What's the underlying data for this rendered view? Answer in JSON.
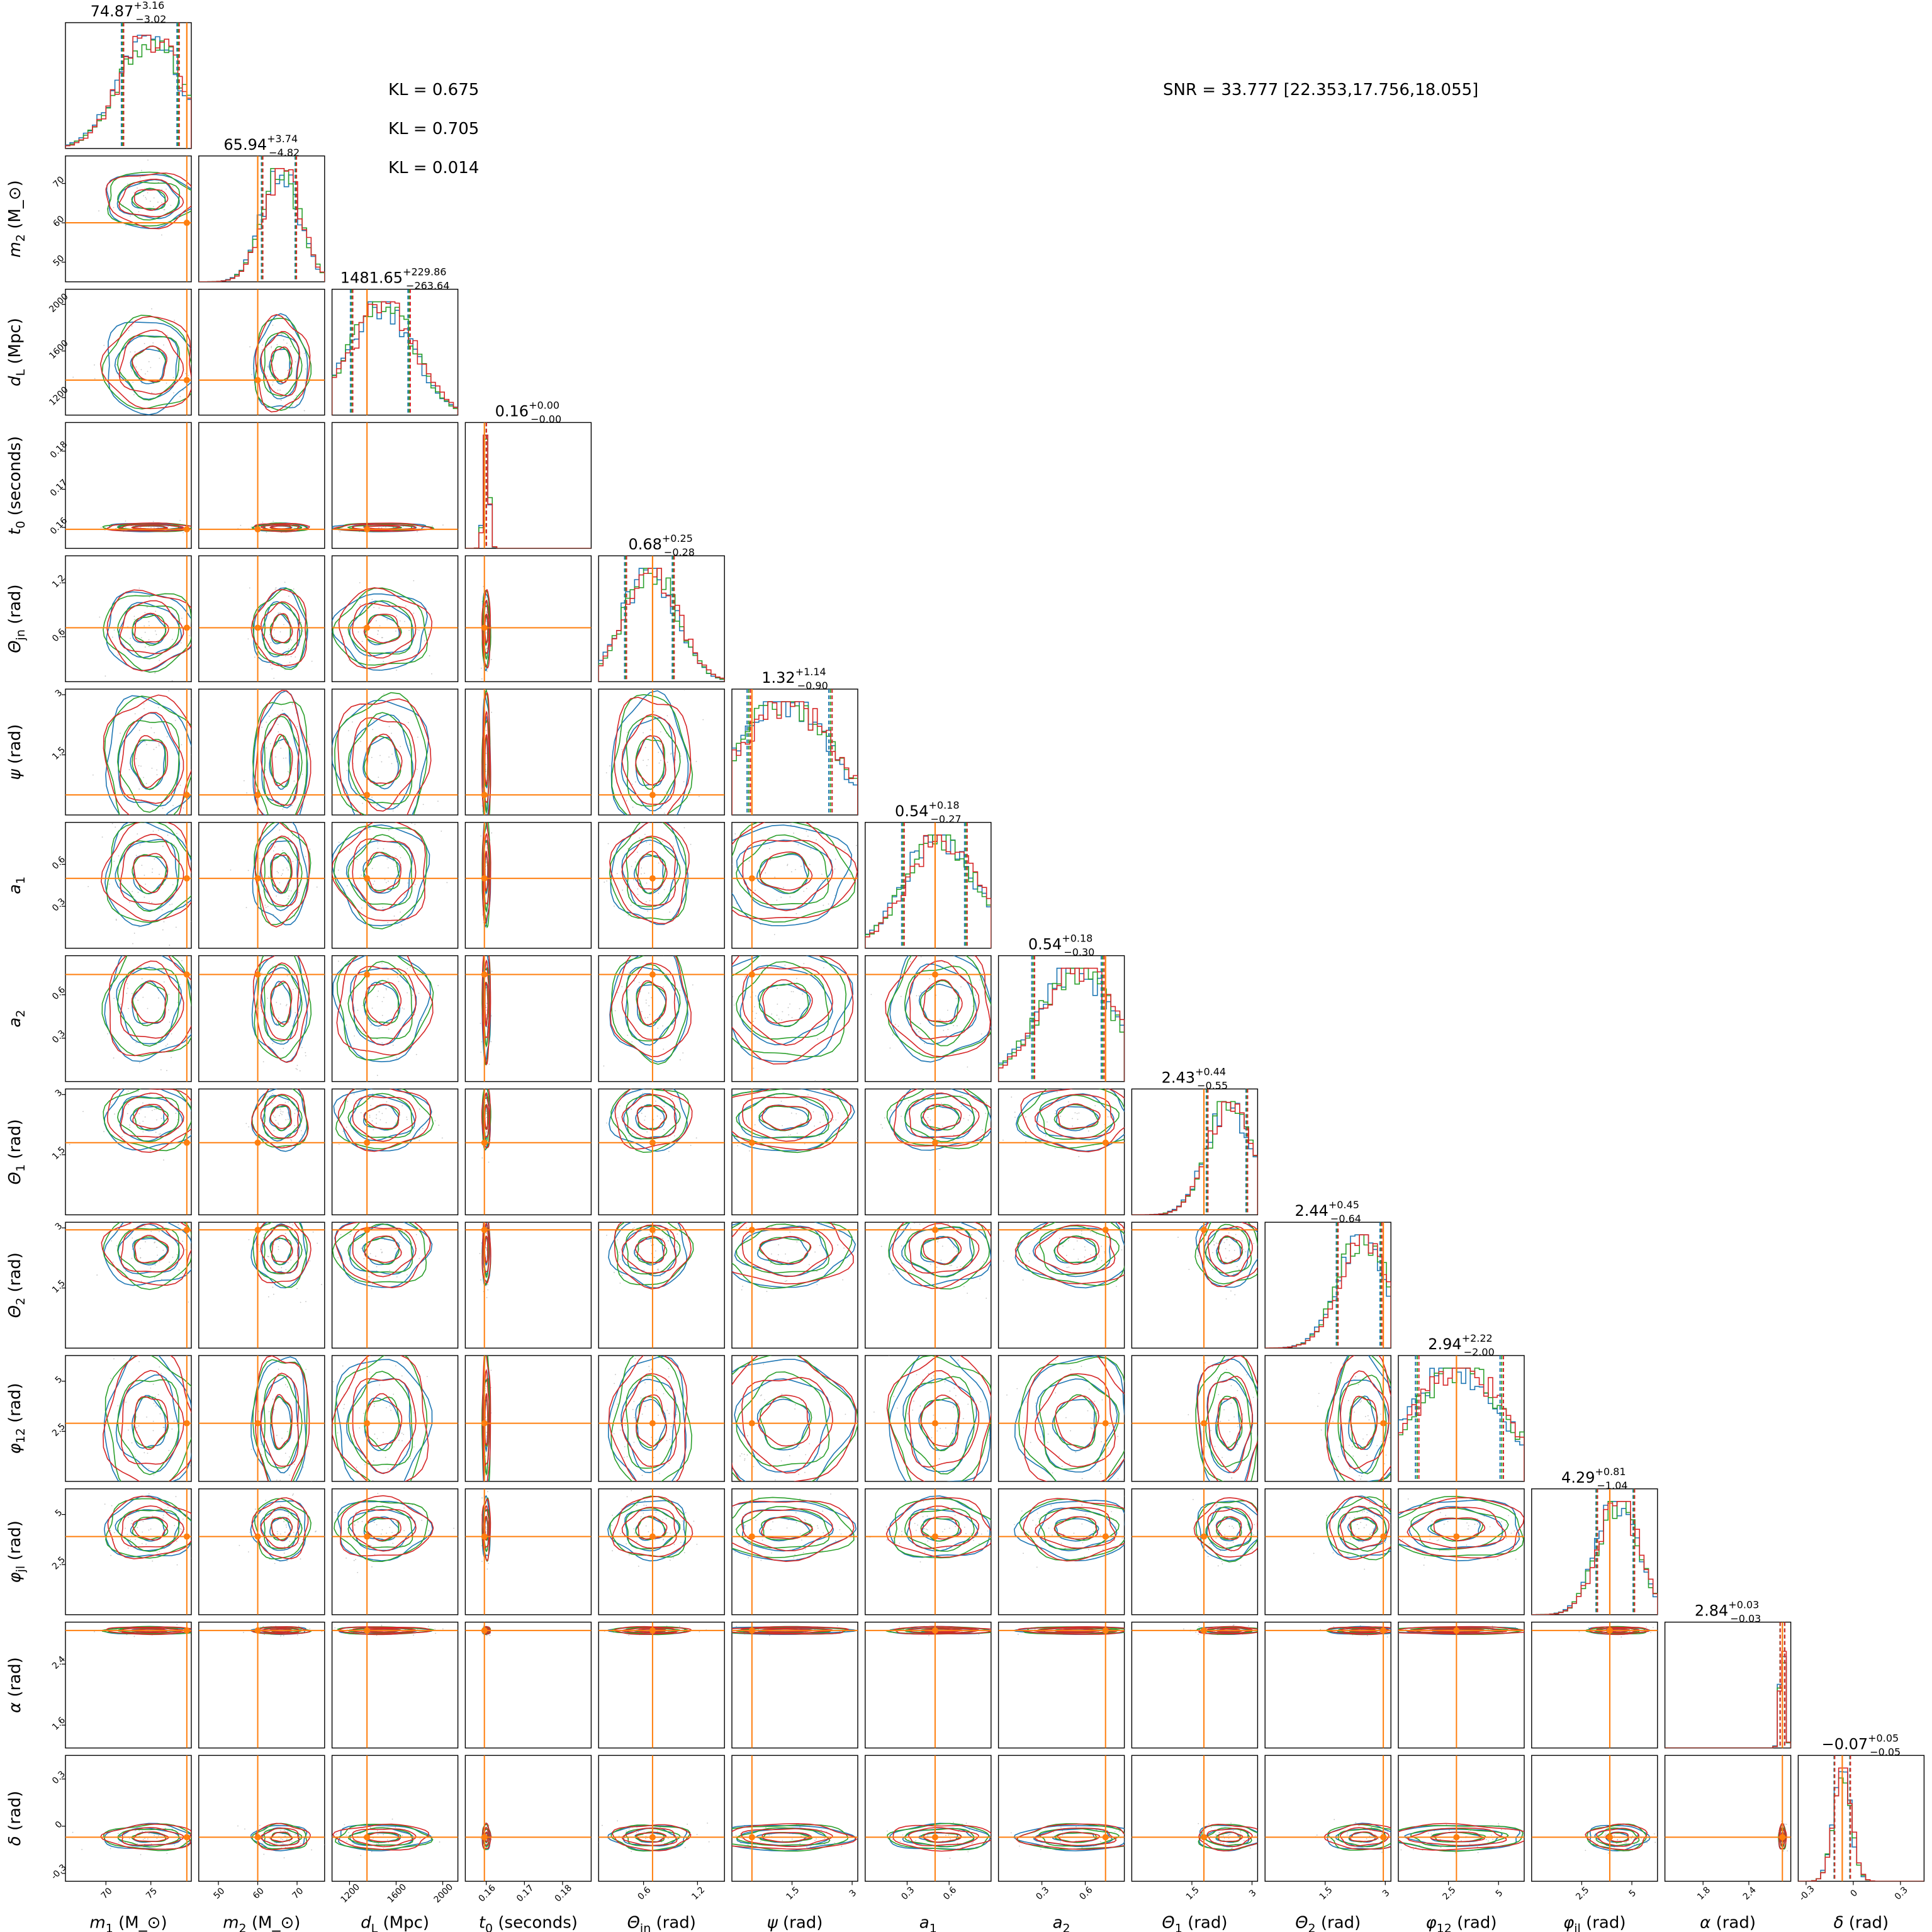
{
  "annotations": {
    "kl": [
      "KL = 0.675",
      "KL = 0.705",
      "KL = 0.014"
    ],
    "snr": "SNR = 33.777 [22.353,17.756,18.055]"
  },
  "colors": {
    "injection": "#ff7f0e",
    "series": [
      "#1f77b4",
      "#2ca02c",
      "#d62728"
    ],
    "samples": "#999999"
  },
  "chart_data": {
    "type": "corner",
    "parameters": [
      {
        "label": "m_1 (M_⊙)",
        "axis_label": "$m_1\\,(\\mathrm{M}_\\odot)$",
        "range": [
          65.5,
          79.5
        ],
        "ticks": [
          70,
          75
        ],
        "injection": 79,
        "median": 74.87,
        "plus": 3.16,
        "minus": 3.02,
        "title": "74.87^{+3.16}_{-3.02}"
      },
      {
        "label": "m_2 (M_⊙)",
        "axis_label": "$m_2\\,(\\mathrm{M}_\\odot)$",
        "range": [
          45,
          77
        ],
        "ticks": [
          50,
          60,
          70
        ],
        "injection": 60,
        "median": 65.94,
        "plus": 3.74,
        "minus": 4.82,
        "title": "65.94^{+3.74}_{-4.82}"
      },
      {
        "label": "d_L (Mpc)",
        "axis_label": "$d_{\\mathrm{L}}\\,(\\mathrm{Mpc})$",
        "range": [
          1050,
          2130
        ],
        "ticks": [
          1200,
          1600,
          2000
        ],
        "injection": 1350,
        "median": 1481.65,
        "plus": 229.86,
        "minus": 263.64,
        "title": "1481.65^{+229.86}_{-263.64}"
      },
      {
        "label": "t_0 (seconds)",
        "axis_label": "$t_0\\,(\\mathrm{seconds})$",
        "range": [
          0.1545,
          0.1875
        ],
        "ticks": [
          0.16,
          0.17,
          0.18
        ],
        "injection": 0.1595,
        "median": 0.16,
        "plus": 0.0,
        "minus": 0.0,
        "title": "0.16^{+0.00}_{-0.00}"
      },
      {
        "label": "Θ_jn (rad)",
        "axis_label": "$\\Theta_{jn}\\,(\\mathrm{rad})$",
        "range": [
          0.1,
          1.5
        ],
        "ticks": [
          0.6,
          1.2
        ],
        "injection": 0.7,
        "median": 0.68,
        "plus": 0.25,
        "minus": 0.28,
        "title": "0.68^{+0.25}_{-0.28}"
      },
      {
        "label": "ψ (rad)",
        "axis_label": "$\\psi\\,(\\mathrm{rad})$",
        "range": [
          0.0,
          3.14
        ],
        "ticks": [
          1.5,
          3.0
        ],
        "injection": 0.5,
        "median": 1.32,
        "plus": 1.14,
        "minus": 0.9,
        "title": "1.32^{+1.14}_{-0.90}"
      },
      {
        "label": "a_1",
        "axis_label": "$a_1$",
        "range": [
          0.0,
          0.9
        ],
        "ticks": [
          0.3,
          0.6
        ],
        "injection": 0.5,
        "median": 0.54,
        "plus": 0.18,
        "minus": 0.27,
        "title": "0.54^{+0.18}_{-0.27}"
      },
      {
        "label": "a_2",
        "axis_label": "$a_2$",
        "range": [
          0.0,
          0.87
        ],
        "ticks": [
          0.3,
          0.6
        ],
        "injection": 0.74,
        "median": 0.54,
        "plus": 0.18,
        "minus": 0.3,
        "title": "0.54^{+0.18}_{-0.30}"
      },
      {
        "label": "Θ_1 (rad)",
        "axis_label": "$\\Theta_1\\,(\\mathrm{rad})$",
        "range": [
          0.0,
          3.14
        ],
        "ticks": [
          1.5,
          3.0
        ],
        "injection": 1.8,
        "median": 2.43,
        "plus": 0.44,
        "minus": 0.55,
        "title": "2.43^{+0.44}_{-0.55}"
      },
      {
        "label": "Θ_2 (rad)",
        "axis_label": "$\\Theta_2\\,(\\mathrm{rad})$",
        "range": [
          0.0,
          3.14
        ],
        "ticks": [
          1.5,
          3.0
        ],
        "injection": 2.95,
        "median": 2.44,
        "plus": 0.45,
        "minus": 0.64,
        "title": "2.44^{+0.45}_{-0.64}"
      },
      {
        "label": "φ_12 (rad)",
        "axis_label": "$\\phi_{12}\\,(\\mathrm{rad})$",
        "range": [
          0.0,
          6.28
        ],
        "ticks": [
          2.5,
          5.0
        ],
        "injection": 2.9,
        "median": 2.94,
        "plus": 2.22,
        "minus": 2.0,
        "title": "2.94^{+2.22}_{-2.00}"
      },
      {
        "label": "φ_jl (rad)",
        "axis_label": "$\\phi_{jl}\\,(\\mathrm{rad})$",
        "range": [
          0.0,
          6.28
        ],
        "ticks": [
          2.5,
          5.0
        ],
        "injection": 3.9,
        "median": 4.29,
        "plus": 0.81,
        "minus": 1.04,
        "title": "4.29^{+0.81}_{-1.04}"
      },
      {
        "label": "α (rad)",
        "axis_label": "$\\alpha\\,(\\mathrm{rad})$",
        "range": [
          1.3,
          2.95
        ],
        "ticks": [
          1.6,
          2.4
        ],
        "ytick_labels": [
          "1.6",
          "2.4"
        ],
        "xtick_labels": [
          "1.8",
          "2.4"
        ],
        "xticks": [
          1.8,
          2.4
        ],
        "injection": 2.84,
        "median": 2.84,
        "plus": 0.03,
        "minus": 0.03,
        "title": "2.84^{+0.03}_{-0.03}"
      },
      {
        "label": "δ (rad)",
        "axis_label": "$\\delta\\,(\\mathrm{rad})$",
        "range": [
          -0.35,
          0.45
        ],
        "ticks": [
          -0.3,
          0.0,
          0.3
        ],
        "injection": -0.07,
        "median": -0.07,
        "plus": 0.05,
        "minus": 0.05,
        "title": "-0.07^{+0.05}_{-0.05}"
      }
    ]
  }
}
